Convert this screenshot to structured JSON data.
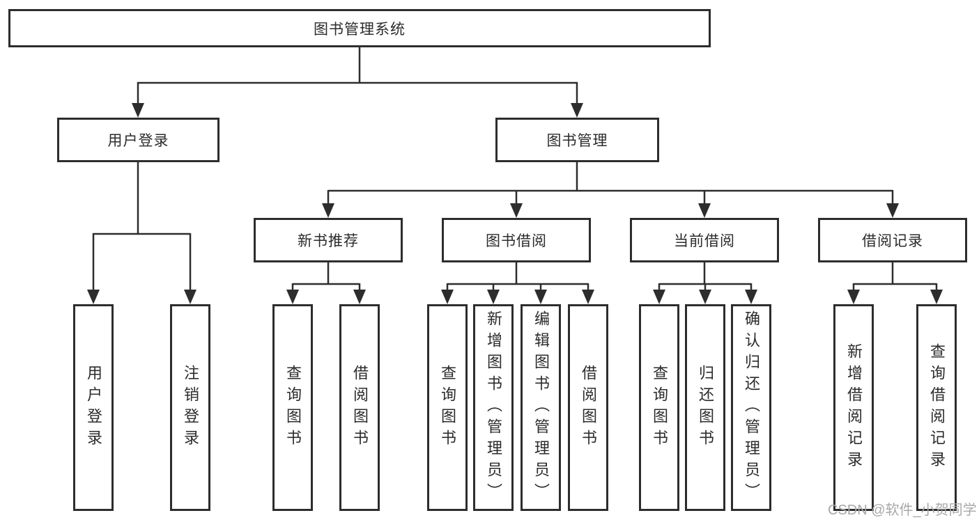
{
  "diagram": {
    "type": "hierarchy-tree",
    "colors": {
      "line": "#2d2d2d",
      "box_border": "#2d2d2d",
      "box_fill": "#ffffff",
      "text": "#2b2b2b",
      "watermark": "#a8a8a8",
      "background": "#ffffff"
    },
    "tree": {
      "root": {
        "label": "图书管理系统",
        "children": [
          {
            "label": "用户登录",
            "children": [
              {
                "label": "用户登录"
              },
              {
                "label": "注销登录"
              }
            ]
          },
          {
            "label": "图书管理",
            "children": [
              {
                "label": "新书推荐",
                "children": [
                  {
                    "label": "查询图书"
                  },
                  {
                    "label": "借阅图书"
                  }
                ]
              },
              {
                "label": "图书借阅",
                "children": [
                  {
                    "label": "查询图书"
                  },
                  {
                    "label": "新增图书（管理员）"
                  },
                  {
                    "label": "编辑图书（管理员）"
                  },
                  {
                    "label": "借阅图书"
                  }
                ]
              },
              {
                "label": "当前借阅",
                "children": [
                  {
                    "label": "查询图书"
                  },
                  {
                    "label": "归还图书"
                  },
                  {
                    "label": "确认归还（管理员）"
                  }
                ]
              },
              {
                "label": "借阅记录",
                "children": [
                  {
                    "label": "新增借阅记录"
                  },
                  {
                    "label": "查询借阅记录"
                  }
                ]
              }
            ]
          }
        ]
      }
    }
  },
  "watermark": {
    "text": "CSDN @软件_小贺同学"
  }
}
